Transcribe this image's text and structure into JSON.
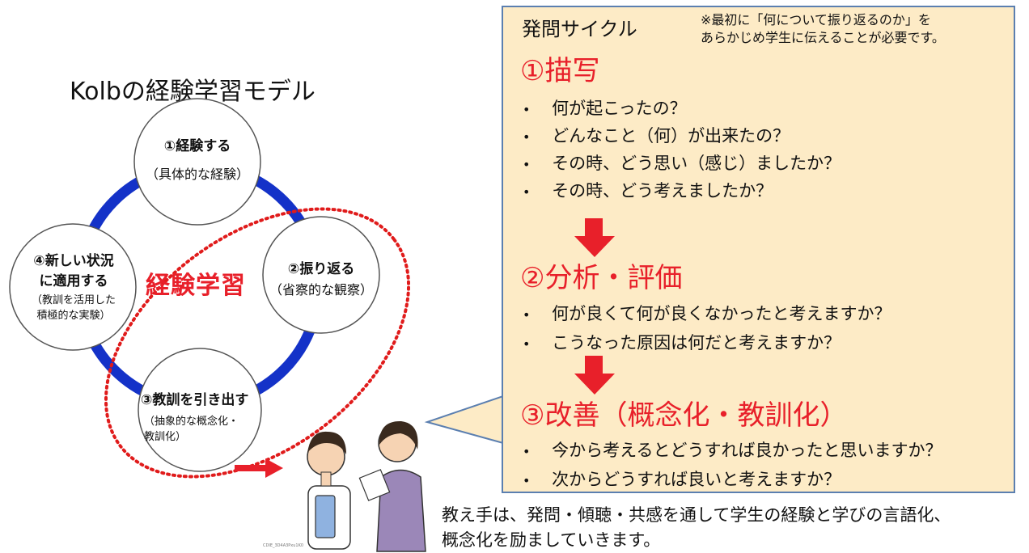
{
  "kolb": {
    "title": "Kolbの経験学習モデル",
    "center": "経験学習",
    "nodes": [
      {
        "title": "①経験する",
        "sub": "（具体的な経験）"
      },
      {
        "title": "②振り返る",
        "sub": "（省察的な観察）"
      },
      {
        "title": "③教訓を引き出す",
        "sub_lines": [
          "（抽象的な概念化・",
          "教訓化）"
        ]
      },
      {
        "title_lines": [
          "④新しい状況",
          "に適用する"
        ],
        "sub_lines": [
          "（教訓を活用した",
          "積極的な実験）"
        ]
      }
    ]
  },
  "cycle": {
    "title": "発問サイクル",
    "note_lines": [
      "※最初に「何について振り返るのか」を",
      "あらかじめ学生に伝えることが必要です。"
    ],
    "steps": [
      {
        "title": "①描写",
        "questions": [
          "何が起こったの？",
          "どんなこと（何）が出来たの？",
          "その時、どう思い（感じ）ましたか？",
          "その時、どう考えましたか？"
        ]
      },
      {
        "title": "②分析・評価",
        "questions": [
          "何が良くて何が良くなかったと考えますか？",
          "こうなった原因は何だと考えますか？"
        ]
      },
      {
        "title": "③改善（概念化・教訓化）",
        "questions": [
          "今から考えるとどうすれば良かったと思いますか？",
          "次からどうすれば良いと考えますか？"
        ]
      }
    ],
    "bullet": "•"
  },
  "footer_lines": [
    "教え手は、発問・傾聴・共感を通して学生の経験と学びの言語化、",
    "概念化を励ましていきます。"
  ],
  "credit": "CDIE_3D4A3Pxu1K0",
  "colors": {
    "cycle_ring": "#1432c8",
    "dotted_ellipse": "#e01b1b",
    "arrow_red": "#e8202a",
    "callout_fill": "#fdebc6",
    "callout_border": "#5b7fb0",
    "heading_red": "#e8202a"
  }
}
